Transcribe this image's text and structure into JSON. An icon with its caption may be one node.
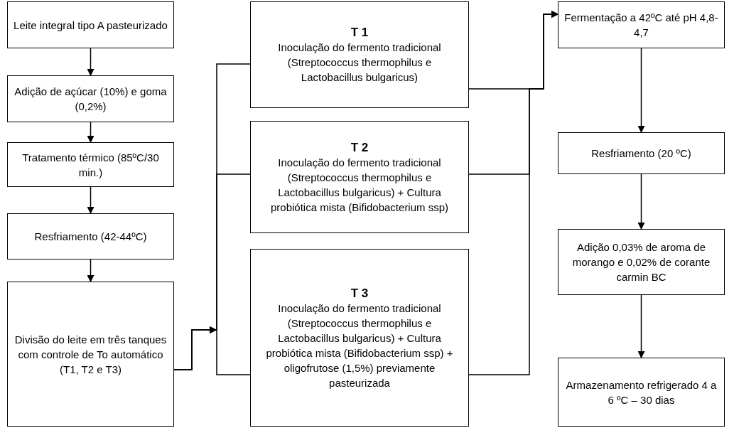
{
  "diagram": {
    "nodes": [
      {
        "text": [
          "Leite integral tipo A pasteurizado"
        ]
      },
      {
        "text": [
          "Adição de açúcar (10%) e goma (0,2%)"
        ]
      },
      {
        "text": [
          "Tratamento térmico (85ºC/30 min.)"
        ]
      },
      {
        "text": [
          "Resfriamento (42-44ºC)"
        ]
      },
      {
        "text": [
          "Divisão do leite em três tanques com controle de To automático (T1, T2 e T3)"
        ]
      },
      {
        "text": [
          "T 1",
          "Inoculação do fermento tradicional (Streptococcus thermophilus e Lactobacillus bulgaricus)"
        ]
      },
      {
        "text": [
          "T 2",
          "Inoculação do fermento tradicional (Streptococcus thermophilus e Lactobacillus bulgaricus) + Cultura probiótica mista (Bifidobacterium ssp)"
        ]
      },
      {
        "text": [
          "T 3",
          "Inoculação do fermento tradicional (Streptococcus thermophilus e Lactobacillus bulgaricus) + Cultura probiótica mista (Bifidobacterium ssp) + oligofrutose (1,5%) previamente pasteurizada"
        ]
      },
      {
        "text": [
          "Fermentação a 42ºC até pH 4,8-4,7"
        ]
      },
      {
        "text": [
          "Resfriamento (20 ºC)"
        ]
      },
      {
        "text": [
          "Adição 0,03% de aroma de morango e 0,02% de corante carmin BC"
        ]
      },
      {
        "text": [
          "Armazenamento refrigerado 4 a 6 ºC – 30 dias"
        ]
      }
    ],
    "edges": [
      {
        "from": 0,
        "to": 1,
        "arrow": "to"
      },
      {
        "from": 1,
        "to": 2,
        "arrow": "to"
      },
      {
        "from": 2,
        "to": 3,
        "arrow": "to"
      },
      {
        "from": 3,
        "to": 4,
        "arrow": "to"
      },
      {
        "from": 4,
        "to": 5,
        "arrow": "to"
      },
      {
        "from": 4,
        "to": 6,
        "arrow": "to"
      },
      {
        "from": 4,
        "to": 7,
        "arrow": "to"
      },
      {
        "from": 5,
        "to": 8,
        "arrow": "to"
      },
      {
        "from": 6,
        "to": 8,
        "arrow": "to"
      },
      {
        "from": 7,
        "to": 8,
        "arrow": "to"
      },
      {
        "from": 8,
        "to": 9,
        "arrow": "to"
      },
      {
        "from": 9,
        "to": 10,
        "arrow": "to"
      },
      {
        "from": 10,
        "to": 11,
        "arrow": "to"
      }
    ]
  }
}
